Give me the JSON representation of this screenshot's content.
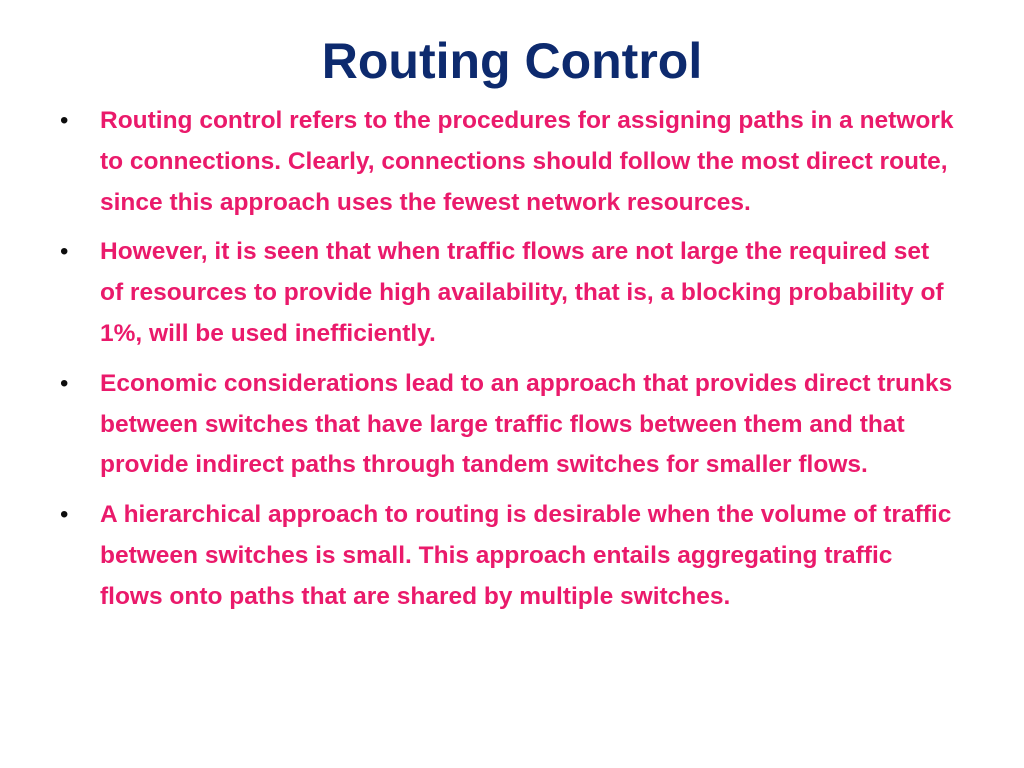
{
  "slide": {
    "title": "Routing Control",
    "bullet_symbol": "•",
    "bullets": [
      {
        "text": "Routing control refers to the procedures for assigning paths in a network to connections. Clearly, connections should follow the most direct route, since this approach uses the fewest network resources."
      },
      {
        "text": "However, it is seen that when traffic  flows are not large the required set of resources to provide high availability, that is, a blocking probability of 1%, will be used inefficiently."
      },
      {
        "text": "Economic considerations lead to an approach that provides direct trunks between switches that have large traffic flows between them and that provide indirect paths through tandem switches for smaller  flows."
      },
      {
        "text": "A hierarchical approach to routing is desirable when the volume of traffic between switches is small. This approach entails aggregating traffic  flows onto paths that are shared by multiple switches."
      }
    ]
  },
  "colors": {
    "title": "#0d2a6e",
    "bullet_text": "#ea1a6b",
    "bullet_marker": "#0d0d0d",
    "background": "#ffffff"
  }
}
